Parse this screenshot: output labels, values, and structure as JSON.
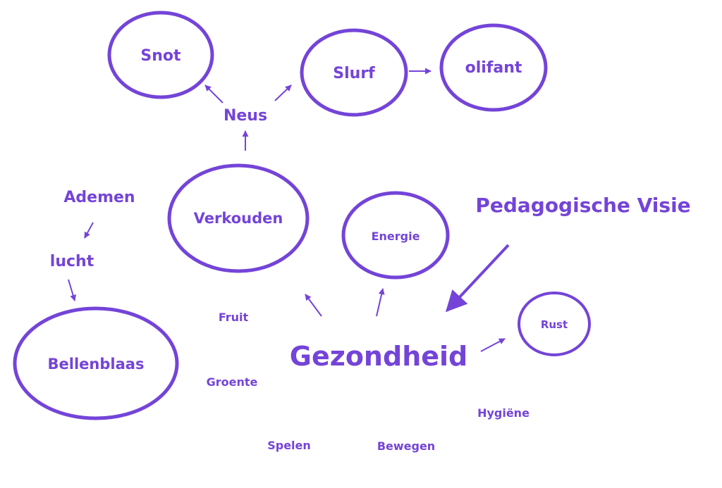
{
  "colors": {
    "accent": "#7444d8",
    "background": "#ffffff"
  },
  "circles": [
    {
      "key": "snot",
      "label": "Snot"
    },
    {
      "key": "slurf",
      "label": "Slurf"
    },
    {
      "key": "olifant",
      "label": "olifant"
    },
    {
      "key": "verkouden",
      "label": "Verkouden"
    },
    {
      "key": "energie",
      "label": "Energie"
    },
    {
      "key": "rust",
      "label": "Rust"
    },
    {
      "key": "bellenblaas",
      "label": "Bellenblaas"
    }
  ],
  "words": [
    {
      "key": "neus",
      "label": "Neus"
    },
    {
      "key": "ademen",
      "label": "Ademen"
    },
    {
      "key": "lucht",
      "label": "lucht"
    },
    {
      "key": "pedagogische",
      "label": "Pedagogische Visie"
    },
    {
      "key": "fruit",
      "label": "Fruit"
    },
    {
      "key": "groente",
      "label": "Groente"
    },
    {
      "key": "gezondheid",
      "label": "Gezondheid"
    },
    {
      "key": "hygiene",
      "label": "Hygiëne"
    },
    {
      "key": "spelen",
      "label": "Spelen"
    },
    {
      "key": "bewegen",
      "label": "Bewegen"
    }
  ]
}
